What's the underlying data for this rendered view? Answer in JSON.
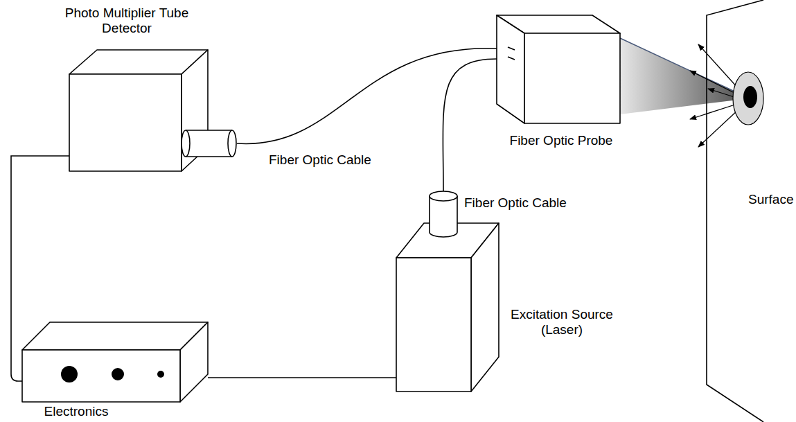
{
  "diagram": {
    "nodes": [
      {
        "text": [
          "Photo Multiplier Tube Detector"
        ]
      },
      {
        "text": [
          "Fiber Optic Probe"
        ]
      },
      {
        "text": [
          "Surface"
        ]
      },
      {
        "text": [
          "Excitation Source (Laser)"
        ]
      },
      {
        "text": [
          "Electronics"
        ]
      }
    ],
    "edges": [
      {
        "from": 0,
        "to": 1,
        "label": "Fiber Optic Cable",
        "arrow": "none"
      },
      {
        "from": 3,
        "to": 1,
        "label": "Fiber Optic Cable",
        "arrow": "none"
      },
      {
        "from": 0,
        "to": 4,
        "arrow": "none"
      },
      {
        "from": 4,
        "to": 3,
        "arrow": "none"
      }
    ]
  }
}
